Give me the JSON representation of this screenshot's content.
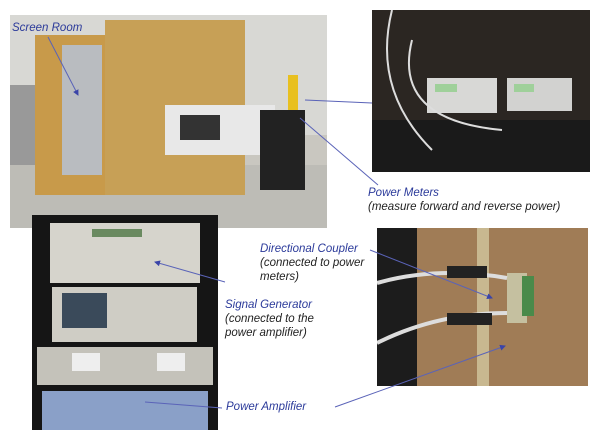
{
  "labels": {
    "screen_room": {
      "title": "Screen Room"
    },
    "power_meters": {
      "title": "Power Meters",
      "desc": "(measure forward and reverse power)"
    },
    "directional_coupler": {
      "title": "Directional Coupler",
      "desc_1": "(connected to power",
      "desc_2": "meters)"
    },
    "signal_generator": {
      "title": "Signal Generator",
      "desc_1": "(connected to the",
      "desc_2": "power amplifier)"
    },
    "power_amplifier": {
      "title": "Power Amplifier"
    }
  },
  "colors": {
    "label_title": "#2b3a9a",
    "arrow": "#5a63b8"
  }
}
